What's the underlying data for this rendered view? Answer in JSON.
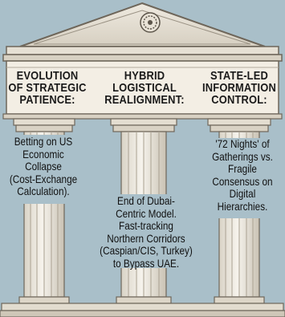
{
  "pillars": [
    {
      "title": "EVOLUTION\nOF STRATEGIC\nPATIENCE:",
      "body": "Betting on US\nEconomic\nCollapse\n(Cost-Exchange\nCalculation)."
    },
    {
      "title": "HYBRID\nLOGISTICAL\nREALIGNMENT:",
      "body": "End of Dubai-\nCentric Model.\nFast-tracking\nNorthern Corridors\n(Caspian/CIS, Turkey)\nto Bypass UAE."
    },
    {
      "title": "STATE-LED\nINFORMATION\nCONTROL:",
      "body": "'72 Nights' of\nGatherings vs.\nFragile\nConsensus on\nDigital\nHierarchies."
    }
  ]
}
